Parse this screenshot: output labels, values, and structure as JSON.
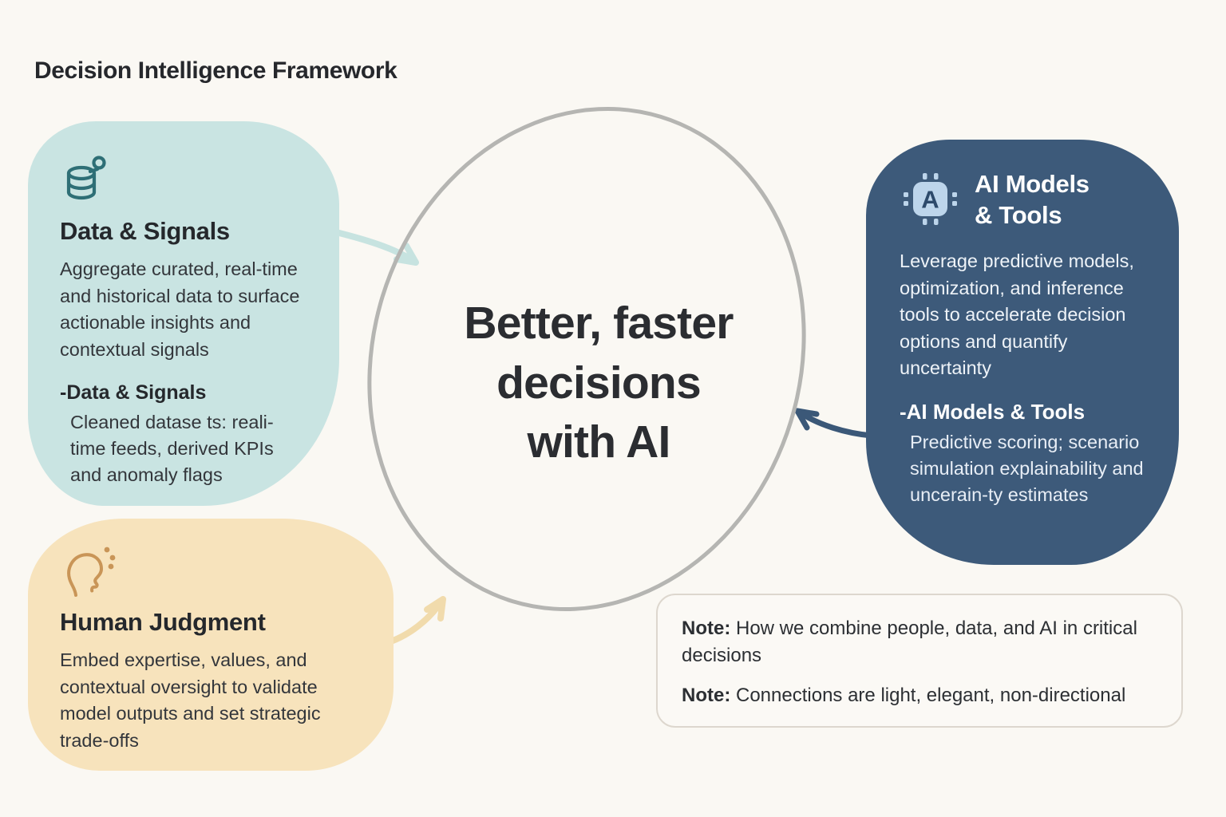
{
  "title": "Decision Intelligence Framework",
  "center": {
    "line1": "Better, faster",
    "line2": "decisions",
    "line3": "with AI"
  },
  "cards": {
    "data_signals": {
      "icon": "database-icon",
      "title": "Data & Signals",
      "body": "Aggregate curated, real-time and historical data to surface actionable insights and contextual signals",
      "sub_title": "-Data & Signals",
      "sub_body": "Cleaned datase ts: reali-time feeds, derived KPIs and anomaly flags"
    },
    "human_judgment": {
      "icon": "head-profile-icon",
      "title": "Human Judgment",
      "body": "Embed expertise, values, and contextual oversight to validate model outputs and set strategic trade-offs"
    },
    "ai_models": {
      "icon": "ai-chip-icon",
      "icon_letter": "A",
      "title_line1": "AI Models",
      "title_line2": "& Tools",
      "body": "Leverage predictive models, optimization, and inference tools to accelerate decision options and quantify uncertainty",
      "sub_title": "-AI Models & Tools",
      "sub_body": "Predictive scoring; scenario simulation explainability and uncerain-ty estimates"
    }
  },
  "notes": [
    {
      "label": "Note:",
      "text": "How we combine people, data, and AI in critical decisions"
    },
    {
      "label": "Note:",
      "text": "Connections are light, elegant, non-directional"
    }
  ],
  "colors": {
    "bg": "#faf8f3",
    "ink": "#26282c",
    "teal-card": "#c9e4e2",
    "teal-ink": "#2e6f76",
    "teal-arrow": "#c7e3e0",
    "amber-card": "#f7e3bc",
    "amber-ink": "#c99557",
    "amber-arrow": "#f1dbac",
    "navy-card": "#3d5a7a",
    "navy-deep": "#2d4a6b",
    "navy-text": "#eef3f8",
    "navy-arrow": "#3b5878",
    "chip": "#bdd5eb",
    "ellipse-stroke": "#b5b5b2",
    "note-border": "#ddd7ce",
    "note-bg": "#fbf9f5"
  }
}
